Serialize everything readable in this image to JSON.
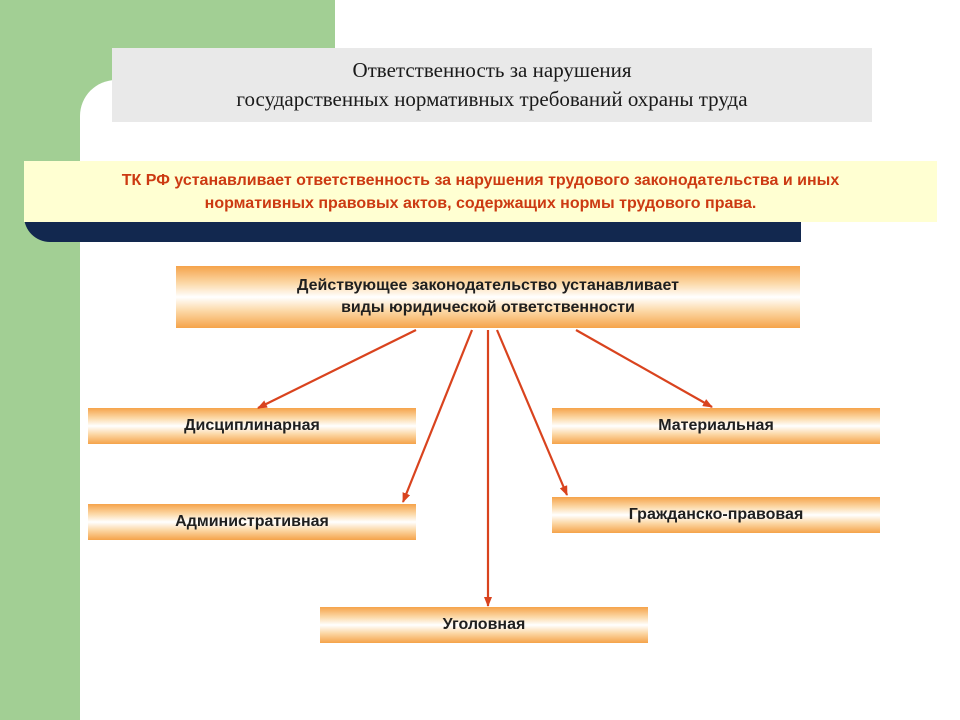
{
  "title": {
    "line1": "Ответственность за нарушения",
    "line2": "государственных нормативных требований охраны труда"
  },
  "statement": {
    "line1": "ТК РФ устанавливает ответственность за нарушения трудового законодательства и иных",
    "line2": "нормативных правовых актов, содержащих нормы трудового права."
  },
  "root": {
    "line1": "Действующее законодательство устанавливает",
    "line2": "виды юридической ответственности"
  },
  "types": {
    "disciplinary": "Дисциплинарная",
    "administrative": "Административная",
    "criminal": "Уголовная",
    "material": "Материальная",
    "civil": "Гражданско-правовая"
  },
  "colors": {
    "green_strip": "#a2cf94",
    "navy_bar": "#12284f",
    "statement_text": "#cc3a12",
    "arrow": "#d9431e",
    "box_orange": "#f5a34a"
  }
}
